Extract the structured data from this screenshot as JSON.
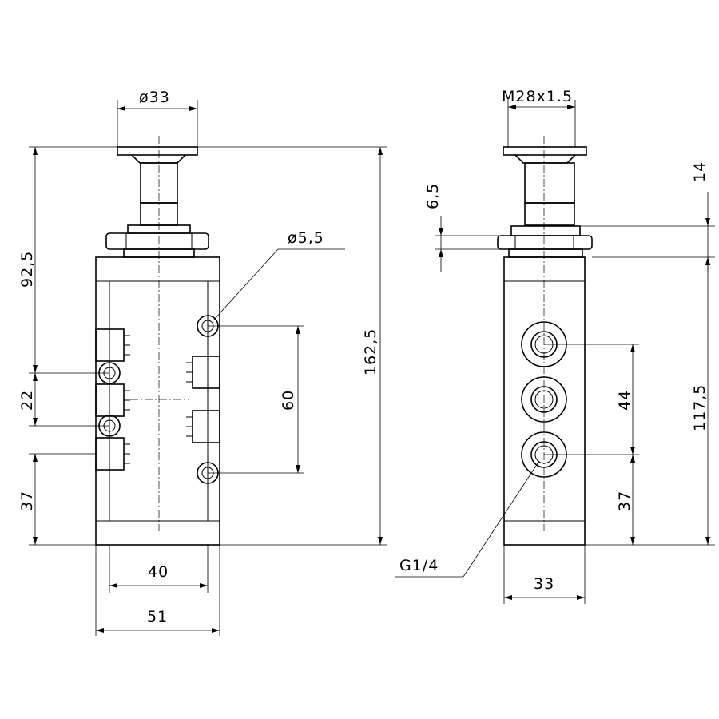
{
  "labels": {
    "front_top_diameter": "ø33",
    "side_thread": "M28x1.5",
    "hole_diameter": "ø5,5",
    "height_to_nut": "92,5",
    "port_spacing": "22",
    "bottom_offset_left": "37",
    "total_height": "162,5",
    "mount_spacing": "60",
    "inner_width": "40",
    "outer_width": "51",
    "nut_thickness": "6,5",
    "button_height": "14",
    "side_port_spacing": "44",
    "side_bottom_offset": "37",
    "body_height": "117,5",
    "port_thread": "G1/4",
    "side_width": "33"
  }
}
